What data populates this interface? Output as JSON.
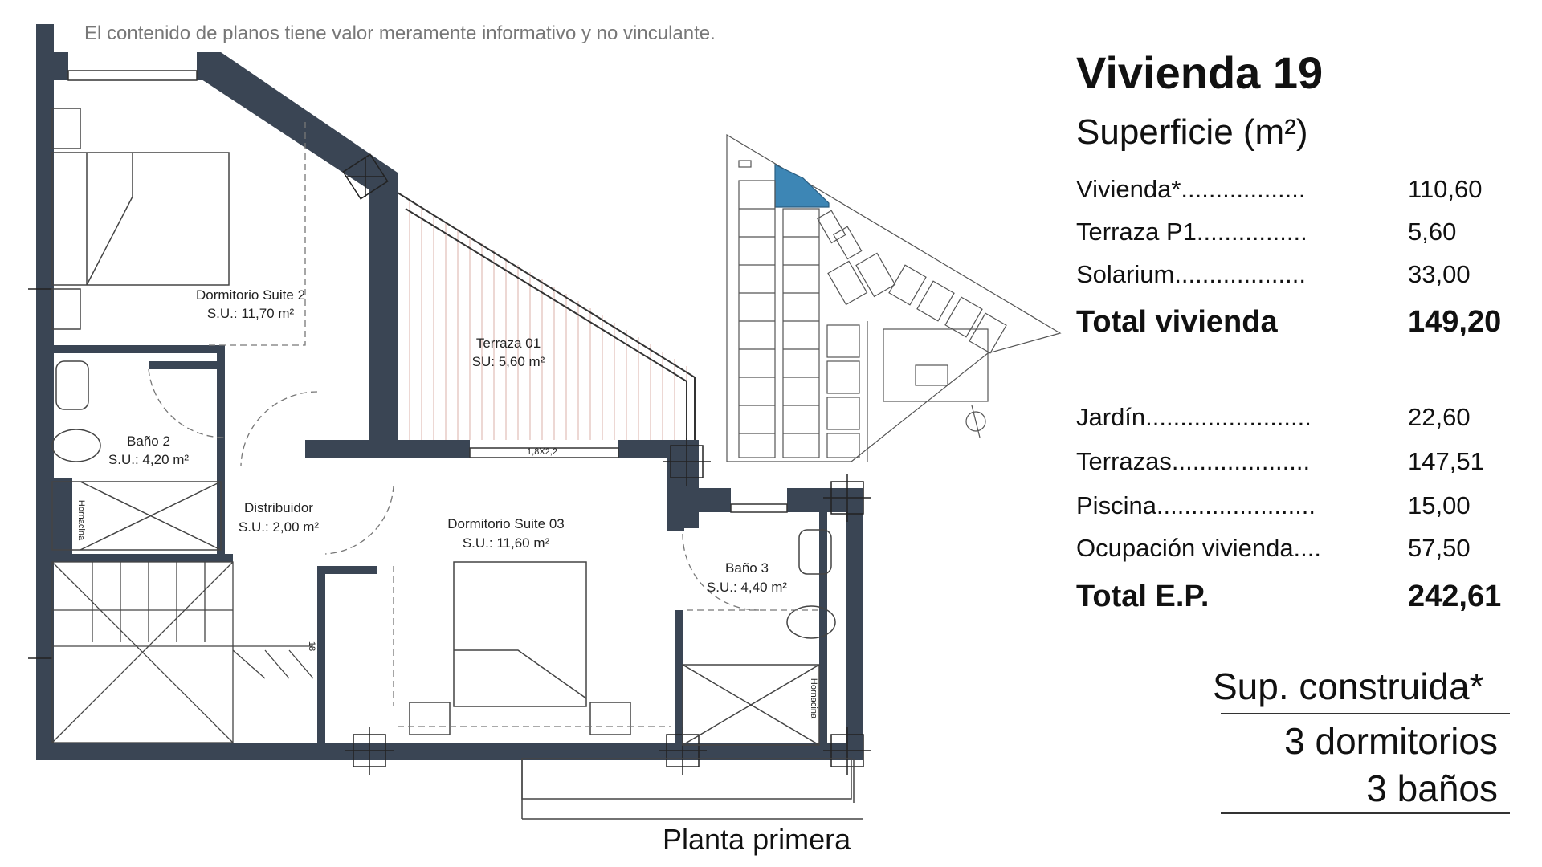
{
  "disclaimer": "El contenido de planos tiene valor meramente informativo y no vinculante.",
  "floor_label": "Planta primera",
  "unit": {
    "title": "Vivienda 19",
    "subtitle": "Superficie (m²)"
  },
  "areas_main": [
    {
      "label": "Vivienda*..................",
      "value": "110,60"
    },
    {
      "label": "Terraza P1................",
      "value": "5,60"
    },
    {
      "label": "Solarium...................",
      "value": "33,00"
    }
  ],
  "total_vivienda": {
    "label": "Total vivienda",
    "value": "149,20"
  },
  "areas_ext": [
    {
      "label": "Jardín........................",
      "value": "22,60"
    },
    {
      "label": "Terrazas....................",
      "value": "147,51"
    },
    {
      "label": "Piscina.......................",
      "value": "15,00"
    },
    {
      "label": "Ocupación vivienda....",
      "value": "57,50"
    }
  ],
  "total_ep": {
    "label": "Total E.P.",
    "value": "242,61"
  },
  "summary": {
    "construida": "Sup. construida*",
    "dormitorios": "3 dormitorios",
    "banos": "3 baños"
  },
  "rooms": {
    "suite2_name": "Dormitorio Suite 2",
    "suite2_area": "S.U.: 11,70 m²",
    "terraza_name": "Terraza 01",
    "terraza_area": "SU: 5,60 m²",
    "bano2_name": "Baño 2",
    "bano2_area": "S.U.: 4,20 m²",
    "distribuidor_name": "Distribuidor",
    "distribuidor_area": "S.U.: 2,00 m²",
    "suite3_name": "Dormitorio Suite 03",
    "suite3_area": "S.U.: 11,60 m²",
    "bano3_name": "Baño 3",
    "bano3_area": "S.U.: 4,40 m²",
    "window_size": "1,8X2,2",
    "hornacina": "Hornacina",
    "stair_step": "18"
  },
  "colors": {
    "wall": "#3a4554",
    "highlight": "#3d86b5"
  }
}
